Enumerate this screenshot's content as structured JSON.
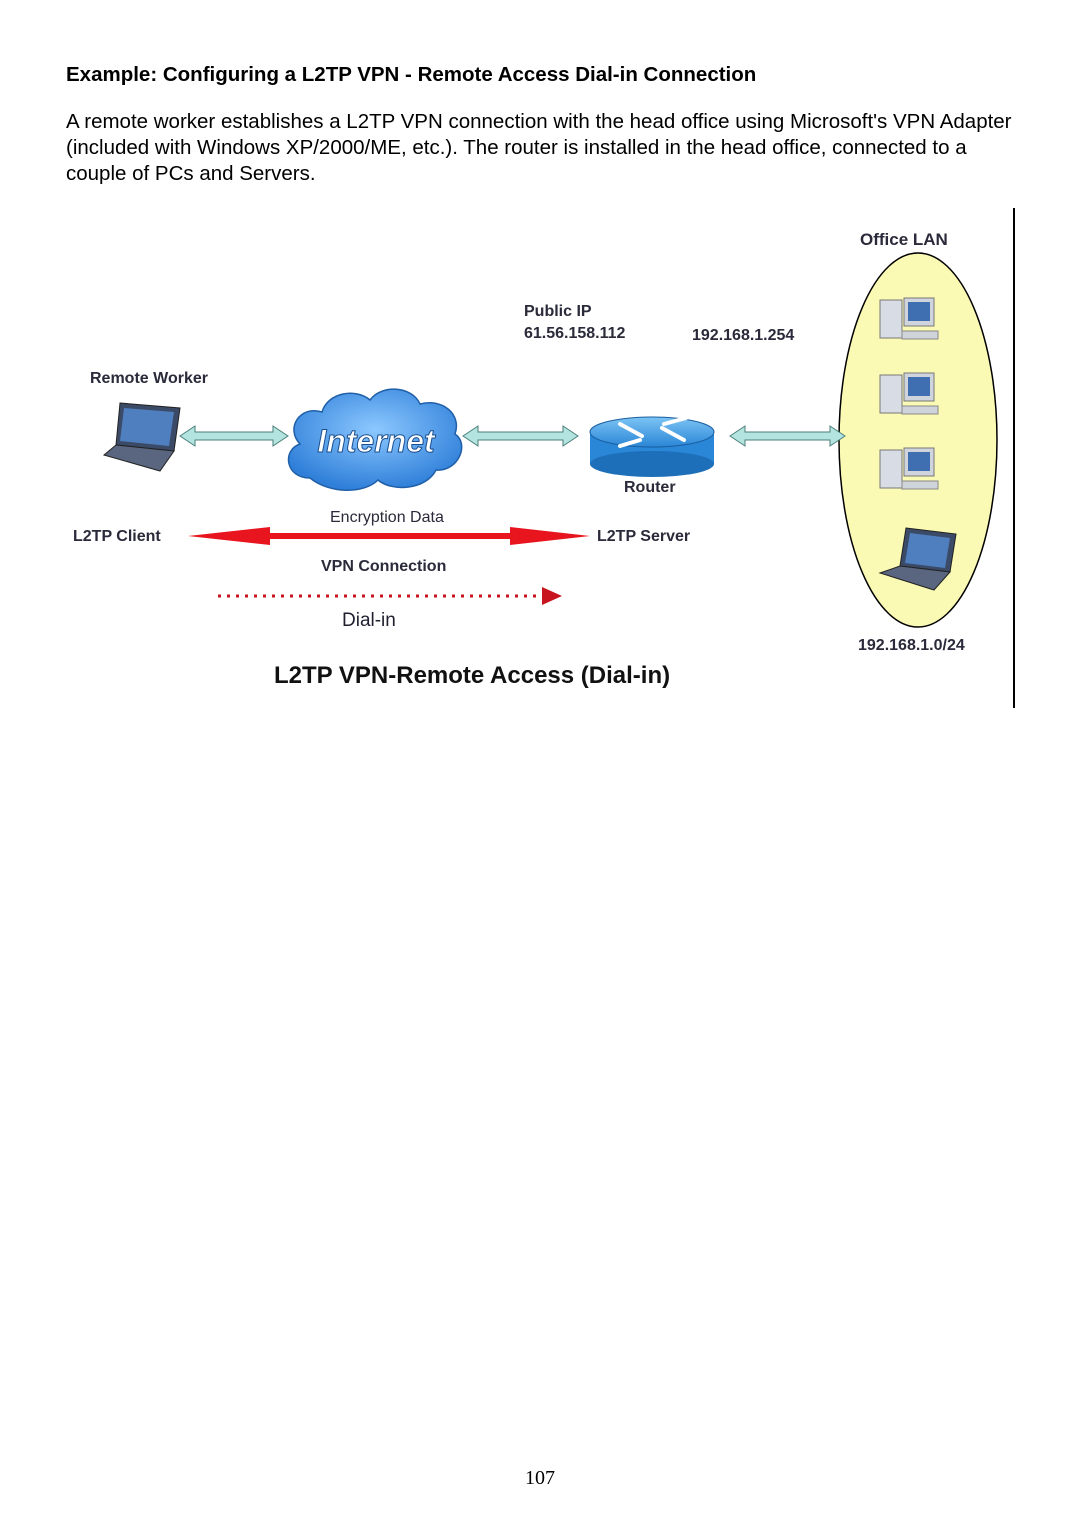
{
  "heading": "Example: Configuring a L2TP VPN - Remote Access Dial-in Connection",
  "paragraph": "A remote worker establishes a L2TP VPN connection with the head office using Microsoft's VPN Adapter (included with Windows XP/2000/ME, etc.). The router is installed in the head office, connected to a couple of PCs and Servers.",
  "diagram": {
    "office_lan_label": "Office LAN",
    "public_ip_label": "Public IP",
    "public_ip_value": "61.56.158.112",
    "router_ip": "192.168.1.254",
    "remote_worker_label": "Remote Worker",
    "internet_label": "Internet",
    "router_label": "Router",
    "encryption_label": "Encryption Data",
    "l2tp_client_label": "L2TP Client",
    "l2tp_server_label": "L2TP Server",
    "vpn_connection_label": "VPN Connection",
    "dial_in_label": "Dial-in",
    "lan_subnet": "192.168.1.0/24",
    "caption": "L2TP VPN-Remote Access (Dial-in)",
    "colors": {
      "lan_ellipse": "#fafab4",
      "cloud": "#3c8ee8",
      "router": "#4aa0ea",
      "encryption_arrow": "#e8141e",
      "dial_in_arrow": "#c8141e",
      "link_arrow": "#9ed8d4"
    }
  },
  "page_number": "107"
}
